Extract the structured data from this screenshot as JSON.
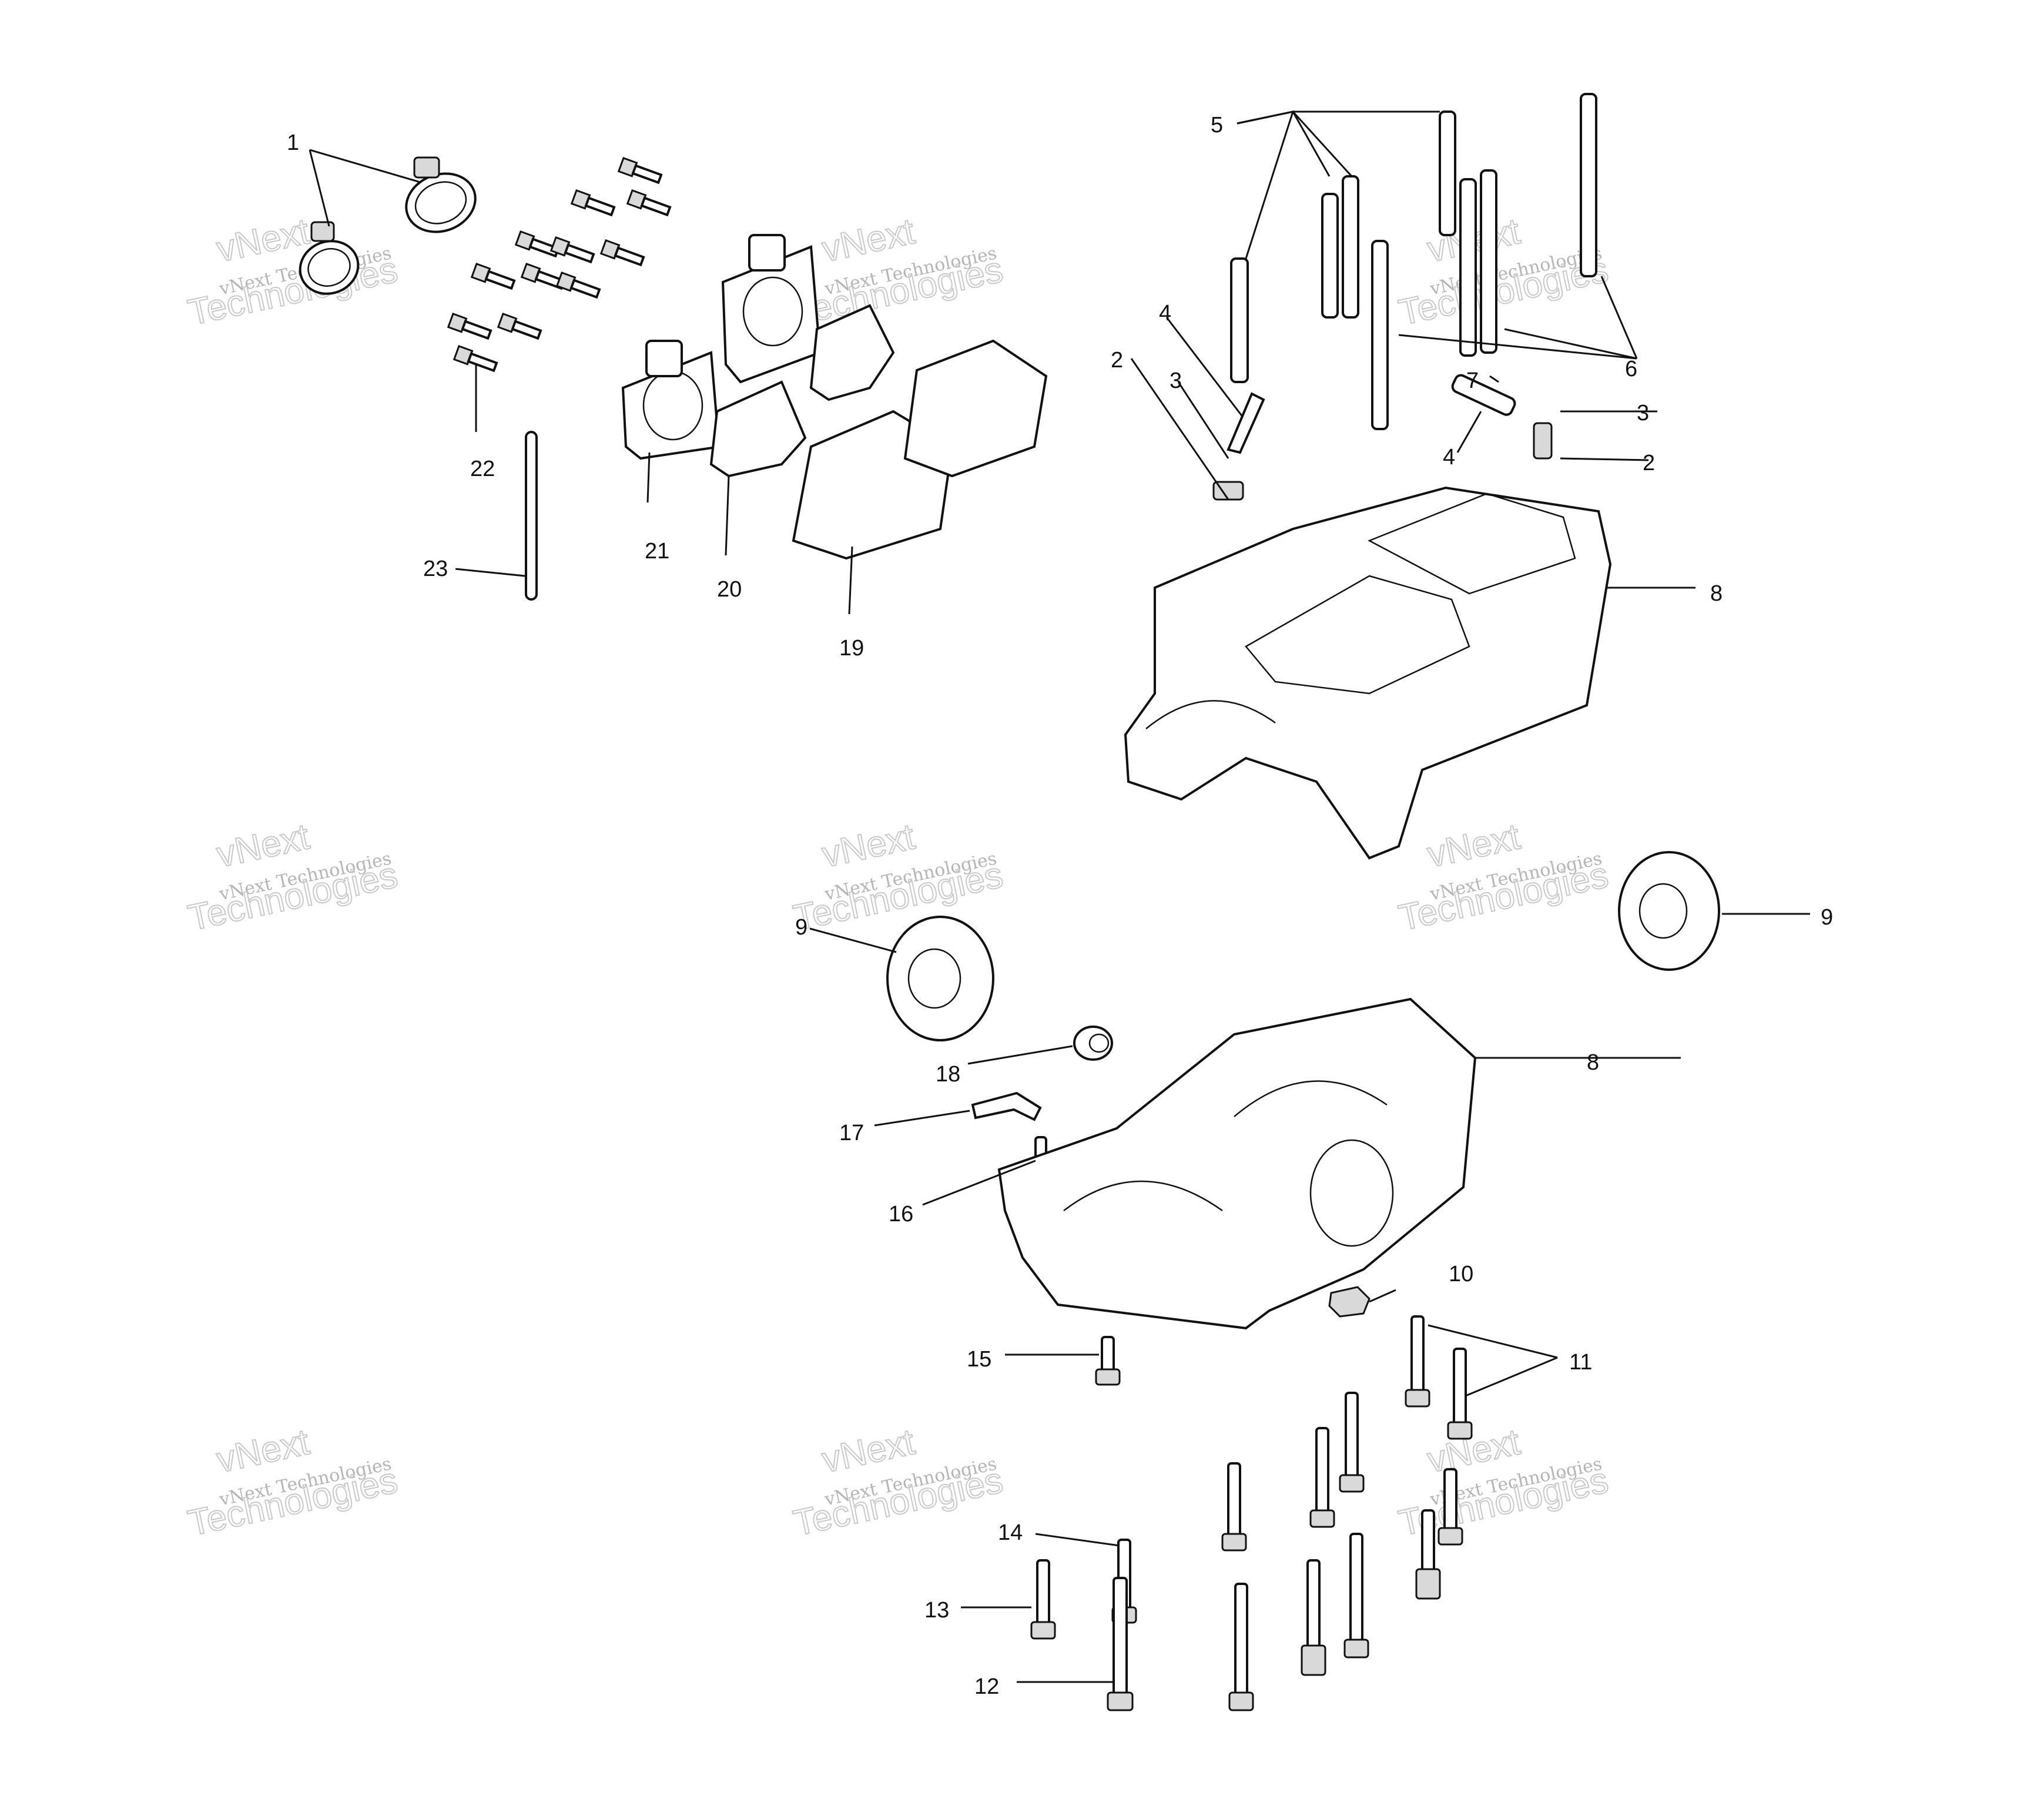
{
  "watermark": {
    "line1": "vNext Technologies",
    "line2": "Technologies",
    "line3": "vNext"
  },
  "callouts": [
    "1",
    "2",
    "3",
    "4",
    "5",
    "6",
    "7",
    "3",
    "4",
    "2",
    "8",
    "9",
    "9",
    "8",
    "10",
    "11",
    "15",
    "14",
    "13",
    "12",
    "16",
    "17",
    "18",
    "19",
    "20",
    "21",
    "22",
    "23"
  ],
  "colors": {
    "line": "#111111",
    "background": "#ffffff",
    "watermark": "#c9c9c9"
  }
}
